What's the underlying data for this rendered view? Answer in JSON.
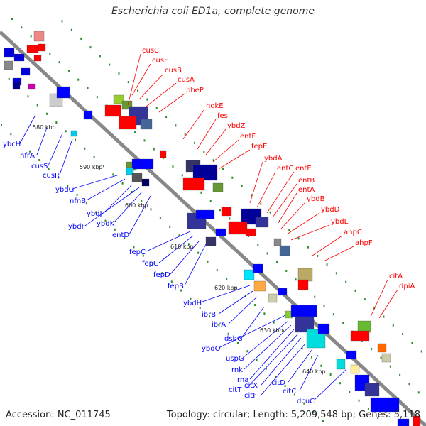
{
  "title": "Escherichia coli ED1a, complete genome",
  "footer": {
    "accession": "Accession: NC_011745",
    "summary": "Topology: circular; Length: 5,209,548 bp; Genes: 5,118"
  },
  "colors": {
    "forward": "#ff0000",
    "reverse": "#0000ff",
    "backbone": "#888888",
    "tick": "#2e8b2e"
  },
  "ticks": [
    "580 kbp",
    "590 kbp",
    "600 kbp",
    "610 kbp",
    "620 kbp",
    "630 kbp",
    "640 kbp"
  ],
  "forward_genes": [
    "cusC",
    "cusF",
    "cusB",
    "cusA",
    "pheP",
    "hokE",
    "fes",
    "ybdZ",
    "entF",
    "fepE",
    "ybdA",
    "entC",
    "entE",
    "entB",
    "entA",
    "ybdB",
    "ybdD",
    "ybdL",
    "ahpC",
    "ahpF",
    "citA",
    "dpiA"
  ],
  "reverse_genes": [
    "ybcH",
    "nfrA",
    "cusS",
    "cusR",
    "ybdG",
    "nfnB",
    "ybdJ",
    "ybdF",
    "ybdK",
    "entD",
    "fepC",
    "fepG",
    "fepD",
    "fepB",
    "ybdH",
    "ibrB",
    "ibrA",
    "dsbG",
    "ybdO",
    "uspG",
    "rnk",
    "rna",
    "citT",
    "citX",
    "citF",
    "citD",
    "citC",
    "dcuC"
  ]
}
